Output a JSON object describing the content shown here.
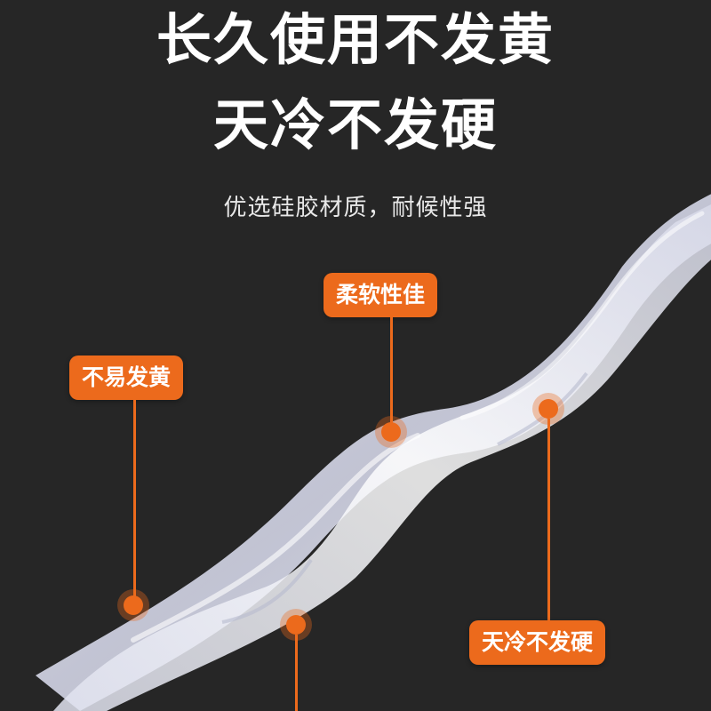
{
  "headline": {
    "line1": "长久使用不发黄",
    "line2": "天冷不发硬"
  },
  "subtitle": "优选硅胶材质，耐候性强",
  "callouts": {
    "soft": "柔软性佳",
    "no_yellow": "不易发黄",
    "no_hard": "天冷不发硬"
  },
  "colors": {
    "background": "#262626",
    "accent": "#ec6a1c",
    "text": "#ffffff"
  }
}
